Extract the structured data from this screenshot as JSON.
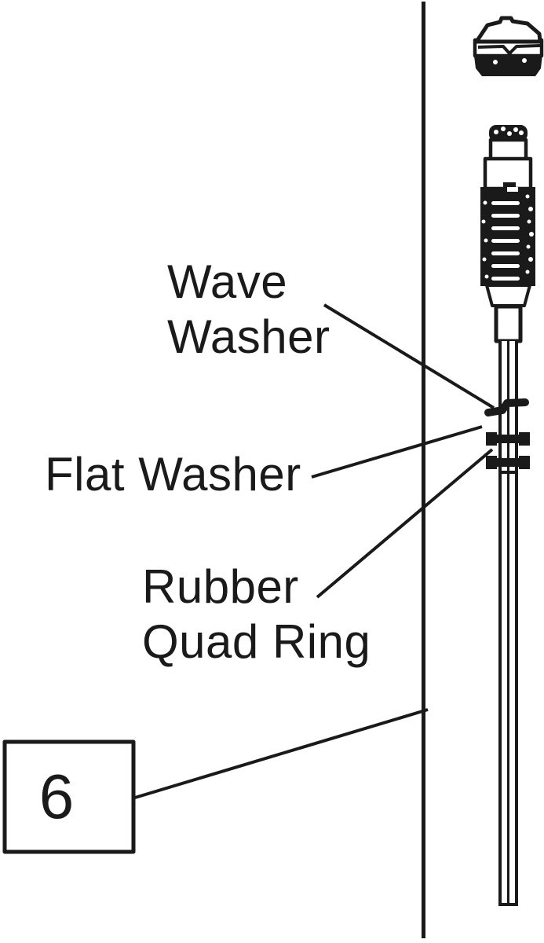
{
  "diagram": {
    "background_color": "#ffffff",
    "ink_color": "#1a1a1a",
    "labels": {
      "wave_washer_line1": "Wave",
      "wave_washer_line2": "Washer",
      "flat_washer": "Flat Washer",
      "quad_ring_line1": "Rubber",
      "quad_ring_line2": "Quad Ring"
    },
    "callout": {
      "number": "6"
    },
    "icons": {
      "cap_icon": "filler-cap",
      "probe_icon": "threaded-probe-assembly",
      "rod_icon": "dipstick-rod",
      "edge_icon": "panel-edge-line",
      "wave_washer_icon": "wave-washer",
      "flat_washer_icon": "flat-washer",
      "quad_ring_icon": "rubber-quad-ring"
    }
  }
}
